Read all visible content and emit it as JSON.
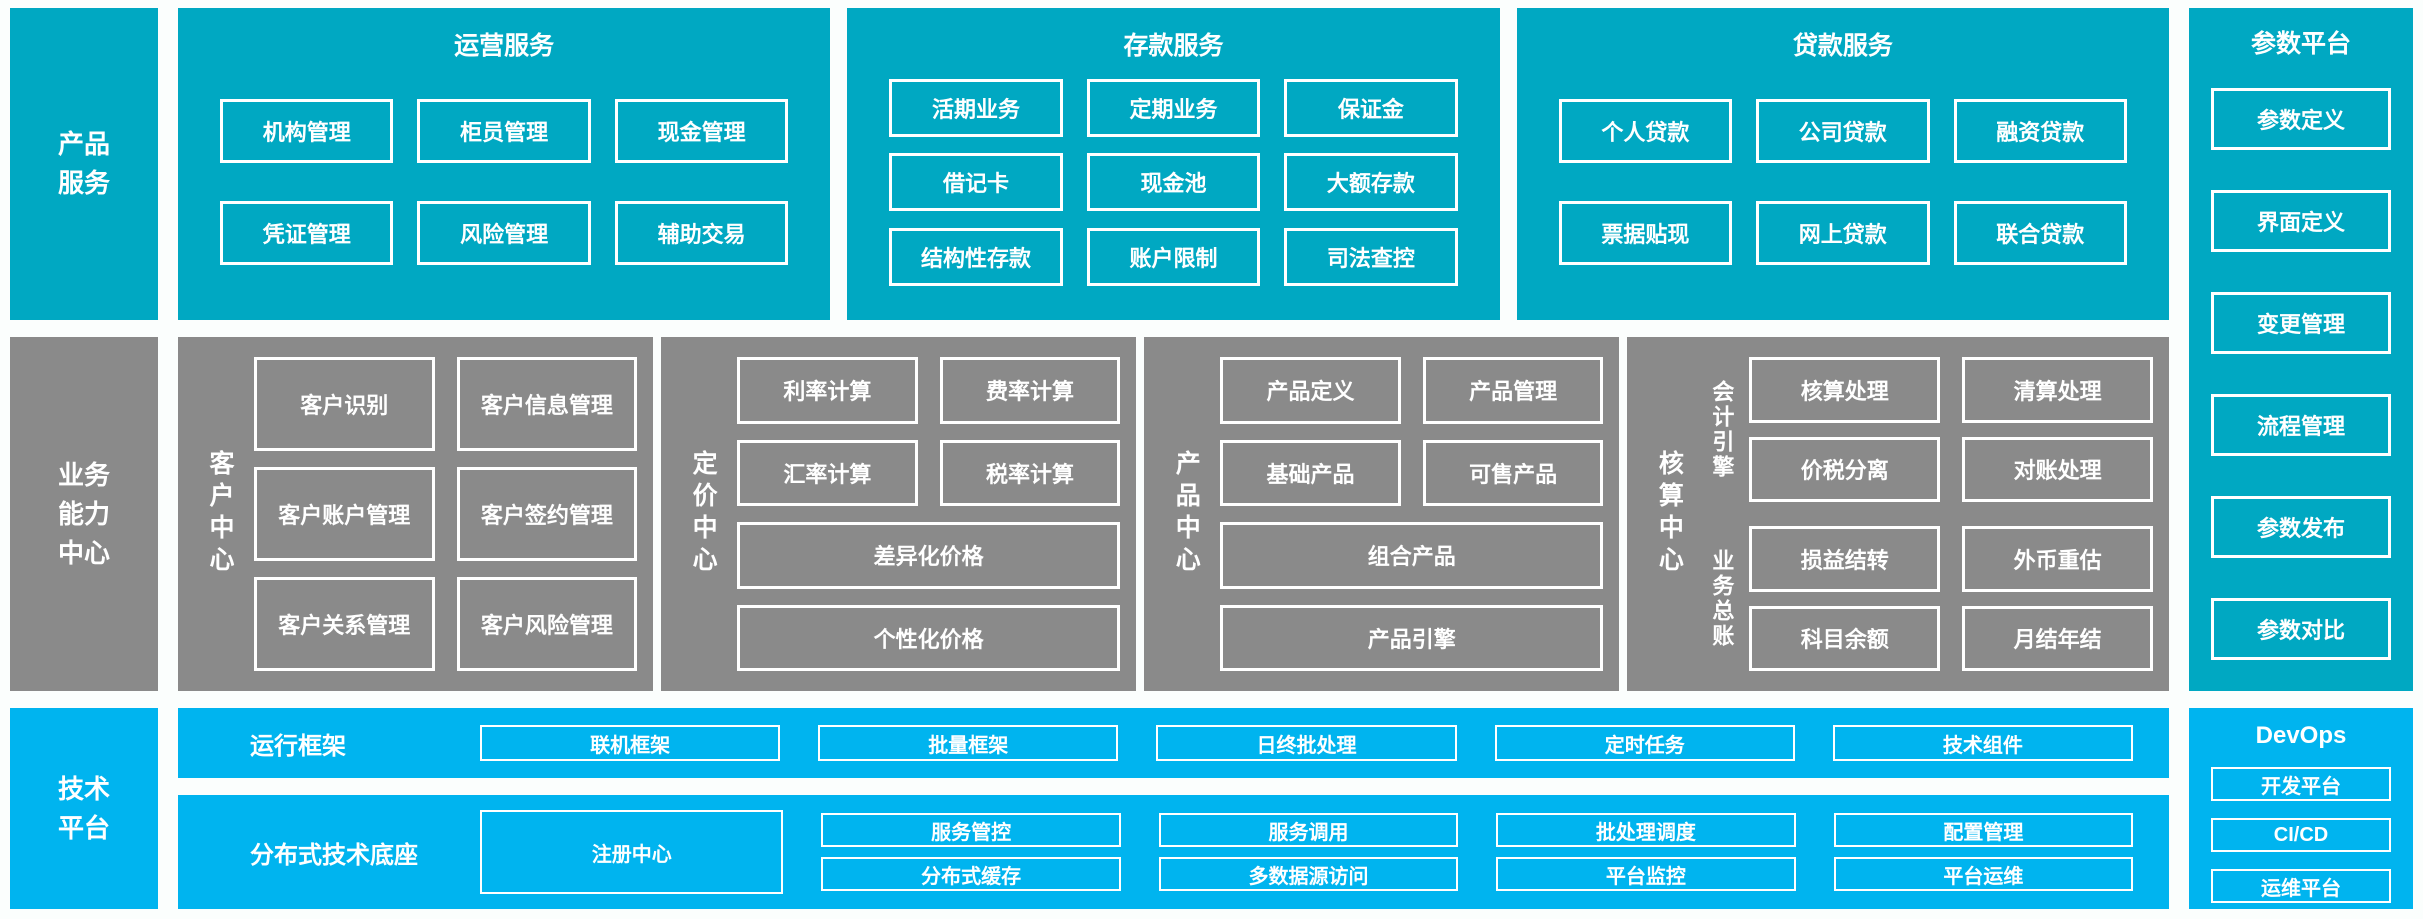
{
  "colors": {
    "teal": "#00A8C2",
    "gray": "#8A8A8A",
    "blue": "#00B4EF",
    "background": "#FBFEFD",
    "text_on_color": "#FFFFFF"
  },
  "sidebars": {
    "product_label": "产品服务",
    "business_label": "业务能力中心",
    "tech_label": "技术平台"
  },
  "operations_services": {
    "title": "运营服务",
    "rows": [
      [
        "机构管理",
        "柜员管理",
        "现金管理"
      ],
      [
        "凭证管理",
        "风险管理",
        "辅助交易"
      ]
    ]
  },
  "deposit_services": {
    "title": "存款服务",
    "rows": [
      [
        "活期业务",
        "定期业务",
        "保证金"
      ],
      [
        "借记卡",
        "现金池",
        "大额存款"
      ],
      [
        "结构性存款",
        "账户限制",
        "司法查控"
      ]
    ]
  },
  "loan_services": {
    "title": "贷款服务",
    "rows": [
      [
        "个人贷款",
        "公司贷款",
        "融资贷款"
      ],
      [
        "票据贴现",
        "网上贷款",
        "联合贷款"
      ]
    ]
  },
  "parameter_platform": {
    "title": "参数平台",
    "items": [
      "参数定义",
      "界面定义",
      "变更管理",
      "流程管理",
      "参数发布",
      "参数对比"
    ]
  },
  "customer_center": {
    "label": "客户中心",
    "rows": [
      [
        "客户识别",
        "客户信息管理"
      ],
      [
        "客户账户管理",
        "客户签约管理"
      ],
      [
        "客户关系管理",
        "客户风险管理"
      ]
    ]
  },
  "pricing_center": {
    "label": "定价中心",
    "rows": [
      [
        "利率计算",
        "费率计算"
      ],
      [
        "汇率计算",
        "税率计算"
      ]
    ],
    "wide": [
      "差异化价格",
      "个性化价格"
    ]
  },
  "product_center": {
    "label": "产品中心",
    "rows": [
      [
        "产品定义",
        "产品管理"
      ],
      [
        "基础产品",
        "可售产品"
      ]
    ],
    "wide": [
      "组合产品",
      "产品引擎"
    ]
  },
  "accounting_center": {
    "label": "核算中心",
    "groups": [
      {
        "label": "会计引擎",
        "rows": [
          [
            "核算处理",
            "清算处理"
          ],
          [
            "价税分离",
            "对账处理"
          ]
        ]
      },
      {
        "label": "业务总账",
        "rows": [
          [
            "损益结转",
            "外币重估"
          ],
          [
            "科目余额",
            "月结年结"
          ]
        ]
      }
    ]
  },
  "runtime_framework": {
    "label": "运行框架",
    "items": [
      "联机框架",
      "批量框架",
      "日终批处理",
      "定时任务",
      "技术组件"
    ]
  },
  "distributed_base": {
    "label": "分布式技术底座",
    "registry": "注册中心",
    "columns": [
      [
        "服务管控",
        "分布式缓存"
      ],
      [
        "服务调用",
        "多数据源访问"
      ],
      [
        "批处理调度",
        "平台监控"
      ],
      [
        "配置管理",
        "平台运维"
      ]
    ]
  },
  "devops": {
    "title": "DevOps",
    "items": [
      "开发平台",
      "CI/CD",
      "运维平台"
    ]
  }
}
